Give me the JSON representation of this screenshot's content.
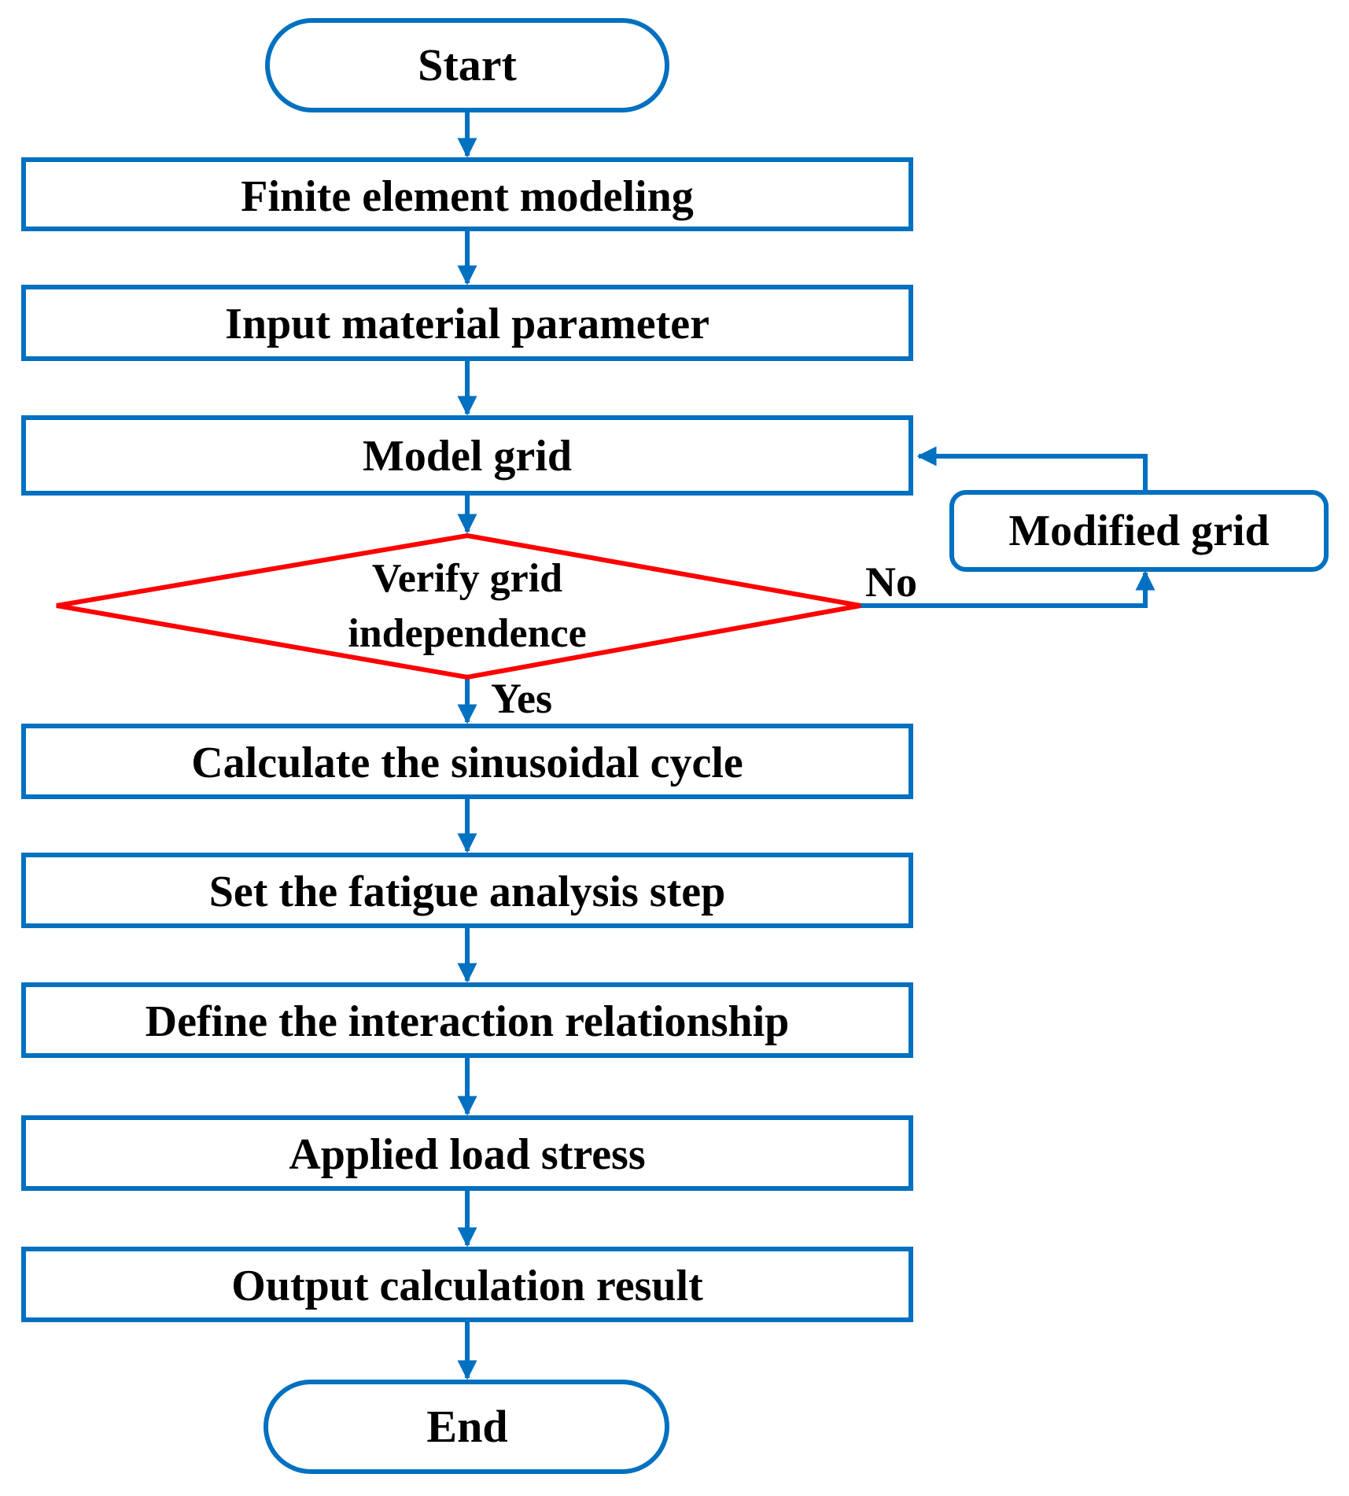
{
  "colors": {
    "process_stroke": "#0070C0",
    "connector": "#0070C0",
    "decision_stroke": "#FF0000",
    "text": "#000000",
    "background": "#FFFFFF"
  },
  "nodes": {
    "start": "Start",
    "finite_element_modeling": "Finite element modeling",
    "input_material_parameter": "Input material parameter",
    "model_grid": "Model grid",
    "verify_line1": "Verify grid",
    "verify_line2": "independence",
    "modified_grid": "Modified grid",
    "calculate_sinusoidal_cycle": "Calculate the sinusoidal cycle",
    "set_fatigue_step": "Set the fatigue analysis step",
    "define_interaction": "Define the interaction relationship",
    "applied_load_stress": "Applied load stress",
    "output_result": "Output calculation result",
    "end": "End"
  },
  "edge_labels": {
    "no": "No",
    "yes": "Yes"
  }
}
